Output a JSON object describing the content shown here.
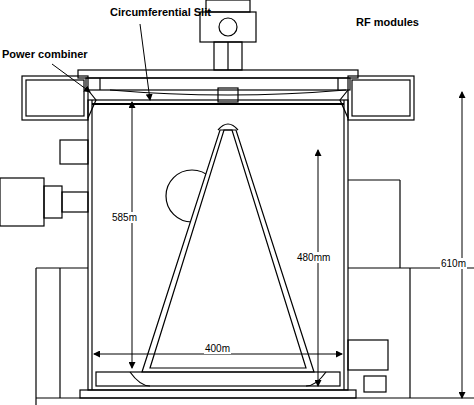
{
  "diagram": {
    "labels": [
      "Circumferential Slit",
      "RF modules",
      "Power combiner",
      "585m",
      "480mm",
      "400m",
      "610m"
    ]
  }
}
